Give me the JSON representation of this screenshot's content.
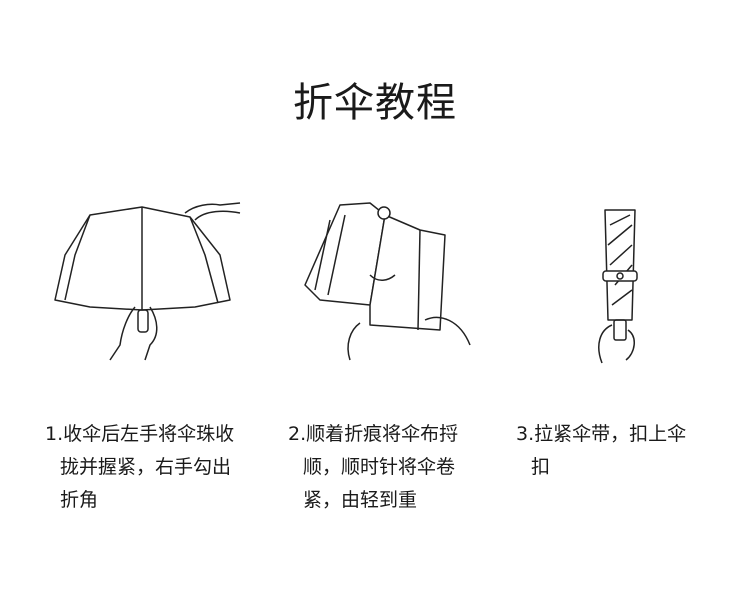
{
  "title": "折伞教程",
  "steps": [
    {
      "lines": [
        "1.收伞后左手将伞珠收",
        "拢并握紧，右手勾出",
        "折角"
      ],
      "illustration": "umbrella-collapse-icon"
    },
    {
      "lines": [
        "2.顺着折痕将伞布捋",
        "顺，顺时针将伞卷",
        "紧，由轻到重"
      ],
      "illustration": "umbrella-fold-icon"
    },
    {
      "lines": [
        "3.拉紧伞带，扣上伞",
        "扣"
      ],
      "illustration": "umbrella-strap-icon"
    }
  ]
}
